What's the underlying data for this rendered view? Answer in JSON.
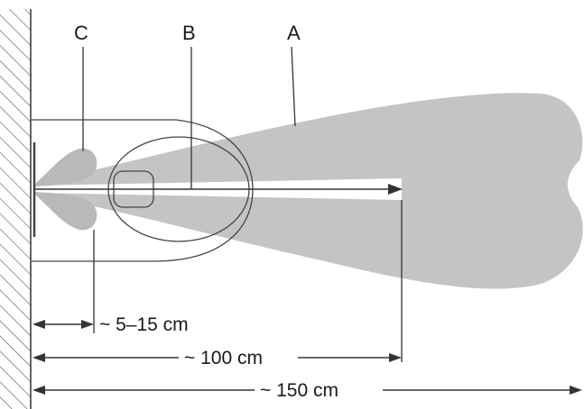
{
  "labels": {
    "a": "A",
    "b": "B",
    "c": "C"
  },
  "dimensions": {
    "near": "~ 5–15 cm",
    "mid": "~ 100 cm",
    "far": "~ 150 cm"
  },
  "colors": {
    "zone_fill": "#c4c4c4",
    "line": "#333333",
    "background": "#ffffff"
  }
}
